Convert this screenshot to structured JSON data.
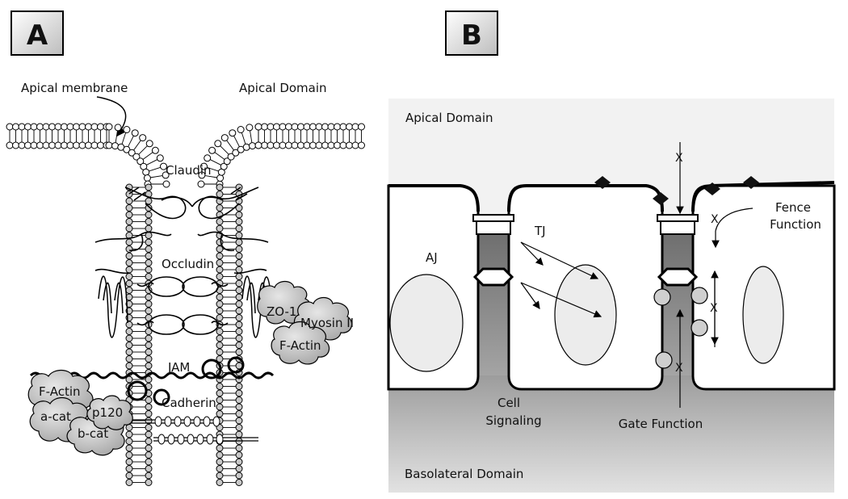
{
  "panels": {
    "a": {
      "letter": "A"
    },
    "b": {
      "letter": "B"
    }
  },
  "panel_a": {
    "apical_membrane": "Apical membrane",
    "apical_domain": "Apical Domain",
    "claudin": "Claudin",
    "occludin": "Occludin",
    "zo1": "ZO-1",
    "myosin": "Myosin II",
    "factin_right": "F-Actin",
    "jam": "JAM",
    "factin_left": "F-Actin",
    "acat": "a-cat",
    "p120": "p120",
    "bcat": "b-cat",
    "cadherin": "Cadherin"
  },
  "panel_b": {
    "apical_domain": "Apical Domain",
    "tj": "TJ",
    "aj": "AJ",
    "fence_line1": "Fence",
    "fence_line2": "Function",
    "cell_signaling_line1": "Cell",
    "cell_signaling_line2": "Signaling",
    "gate_function": "Gate Function",
    "basolateral_domain": "Basolateral Domain",
    "x_marks": [
      "X",
      "X",
      "X",
      "X"
    ]
  }
}
